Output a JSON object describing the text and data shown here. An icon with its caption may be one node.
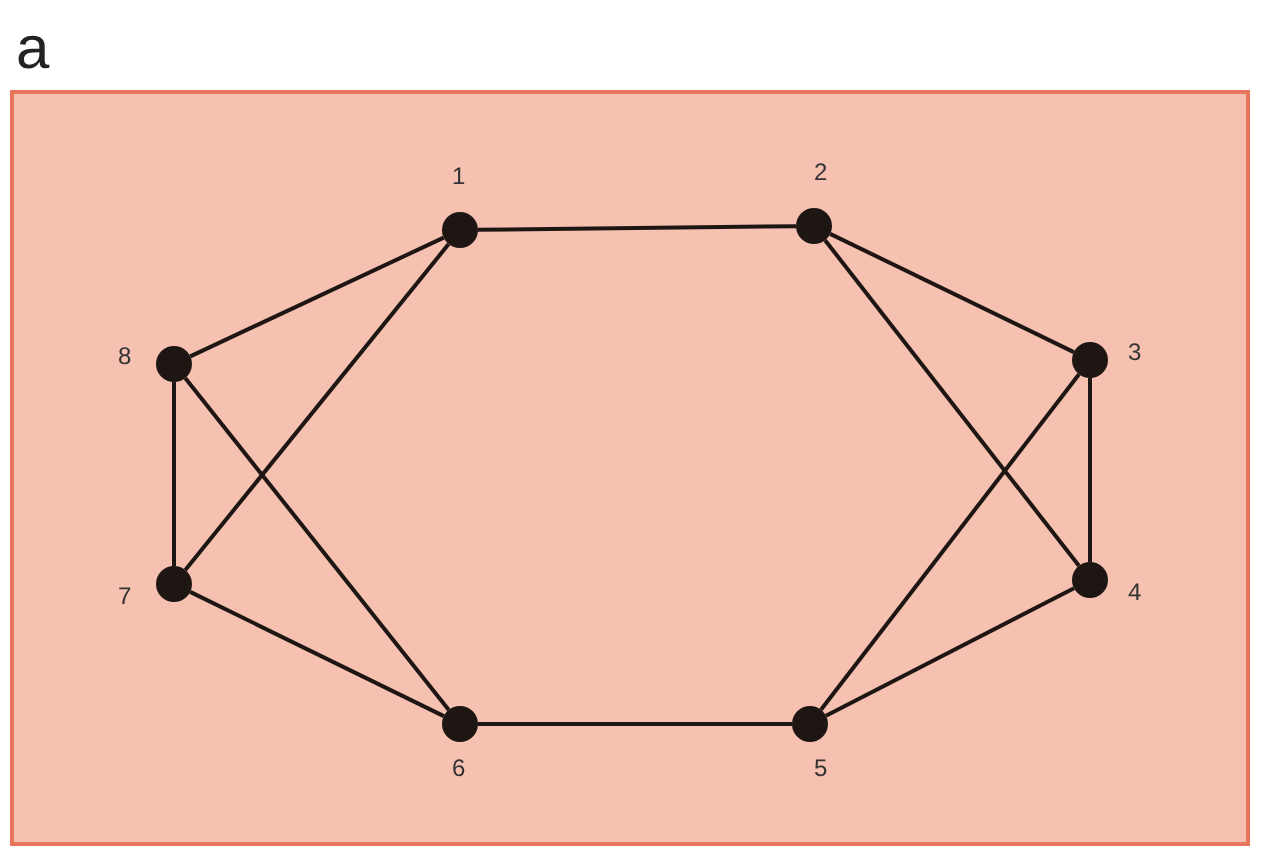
{
  "diagram": {
    "nodes": [
      {
        "text": [],
        "shape": "circle",
        "beside": [
          "1"
        ]
      },
      {
        "text": [],
        "shape": "circle",
        "beside": [
          "2"
        ]
      },
      {
        "text": [],
        "shape": "circle",
        "beside": [
          "3"
        ]
      },
      {
        "text": [],
        "shape": "circle",
        "beside": [
          "4"
        ]
      },
      {
        "text": [],
        "shape": "circle",
        "beside": [
          "5"
        ]
      },
      {
        "text": [],
        "shape": "circle",
        "beside": [
          "6"
        ]
      },
      {
        "text": [],
        "shape": "circle",
        "beside": [
          "7"
        ]
      },
      {
        "text": [],
        "shape": "circle",
        "beside": [
          "8"
        ]
      }
    ],
    "edges": [
      {
        "from": 0,
        "to": 1,
        "arrow": "none"
      },
      {
        "from": 1,
        "to": 2,
        "arrow": "none"
      },
      {
        "from": 1,
        "to": 3,
        "arrow": "none"
      },
      {
        "from": 2,
        "to": 3,
        "arrow": "none"
      },
      {
        "from": 2,
        "to": 4,
        "arrow": "none"
      },
      {
        "from": 3,
        "to": 4,
        "arrow": "none"
      },
      {
        "from": 4,
        "to": 5,
        "arrow": "none"
      },
      {
        "from": 5,
        "to": 7,
        "arrow": "none"
      },
      {
        "from": 5,
        "to": 6,
        "arrow": "none"
      },
      {
        "from": 6,
        "to": 7,
        "arrow": "none"
      },
      {
        "from": 6,
        "to": 0,
        "arrow": "none"
      },
      {
        "from": 7,
        "to": 0,
        "arrow": "none"
      }
    ],
    "labels": [
      "a"
    ]
  }
}
